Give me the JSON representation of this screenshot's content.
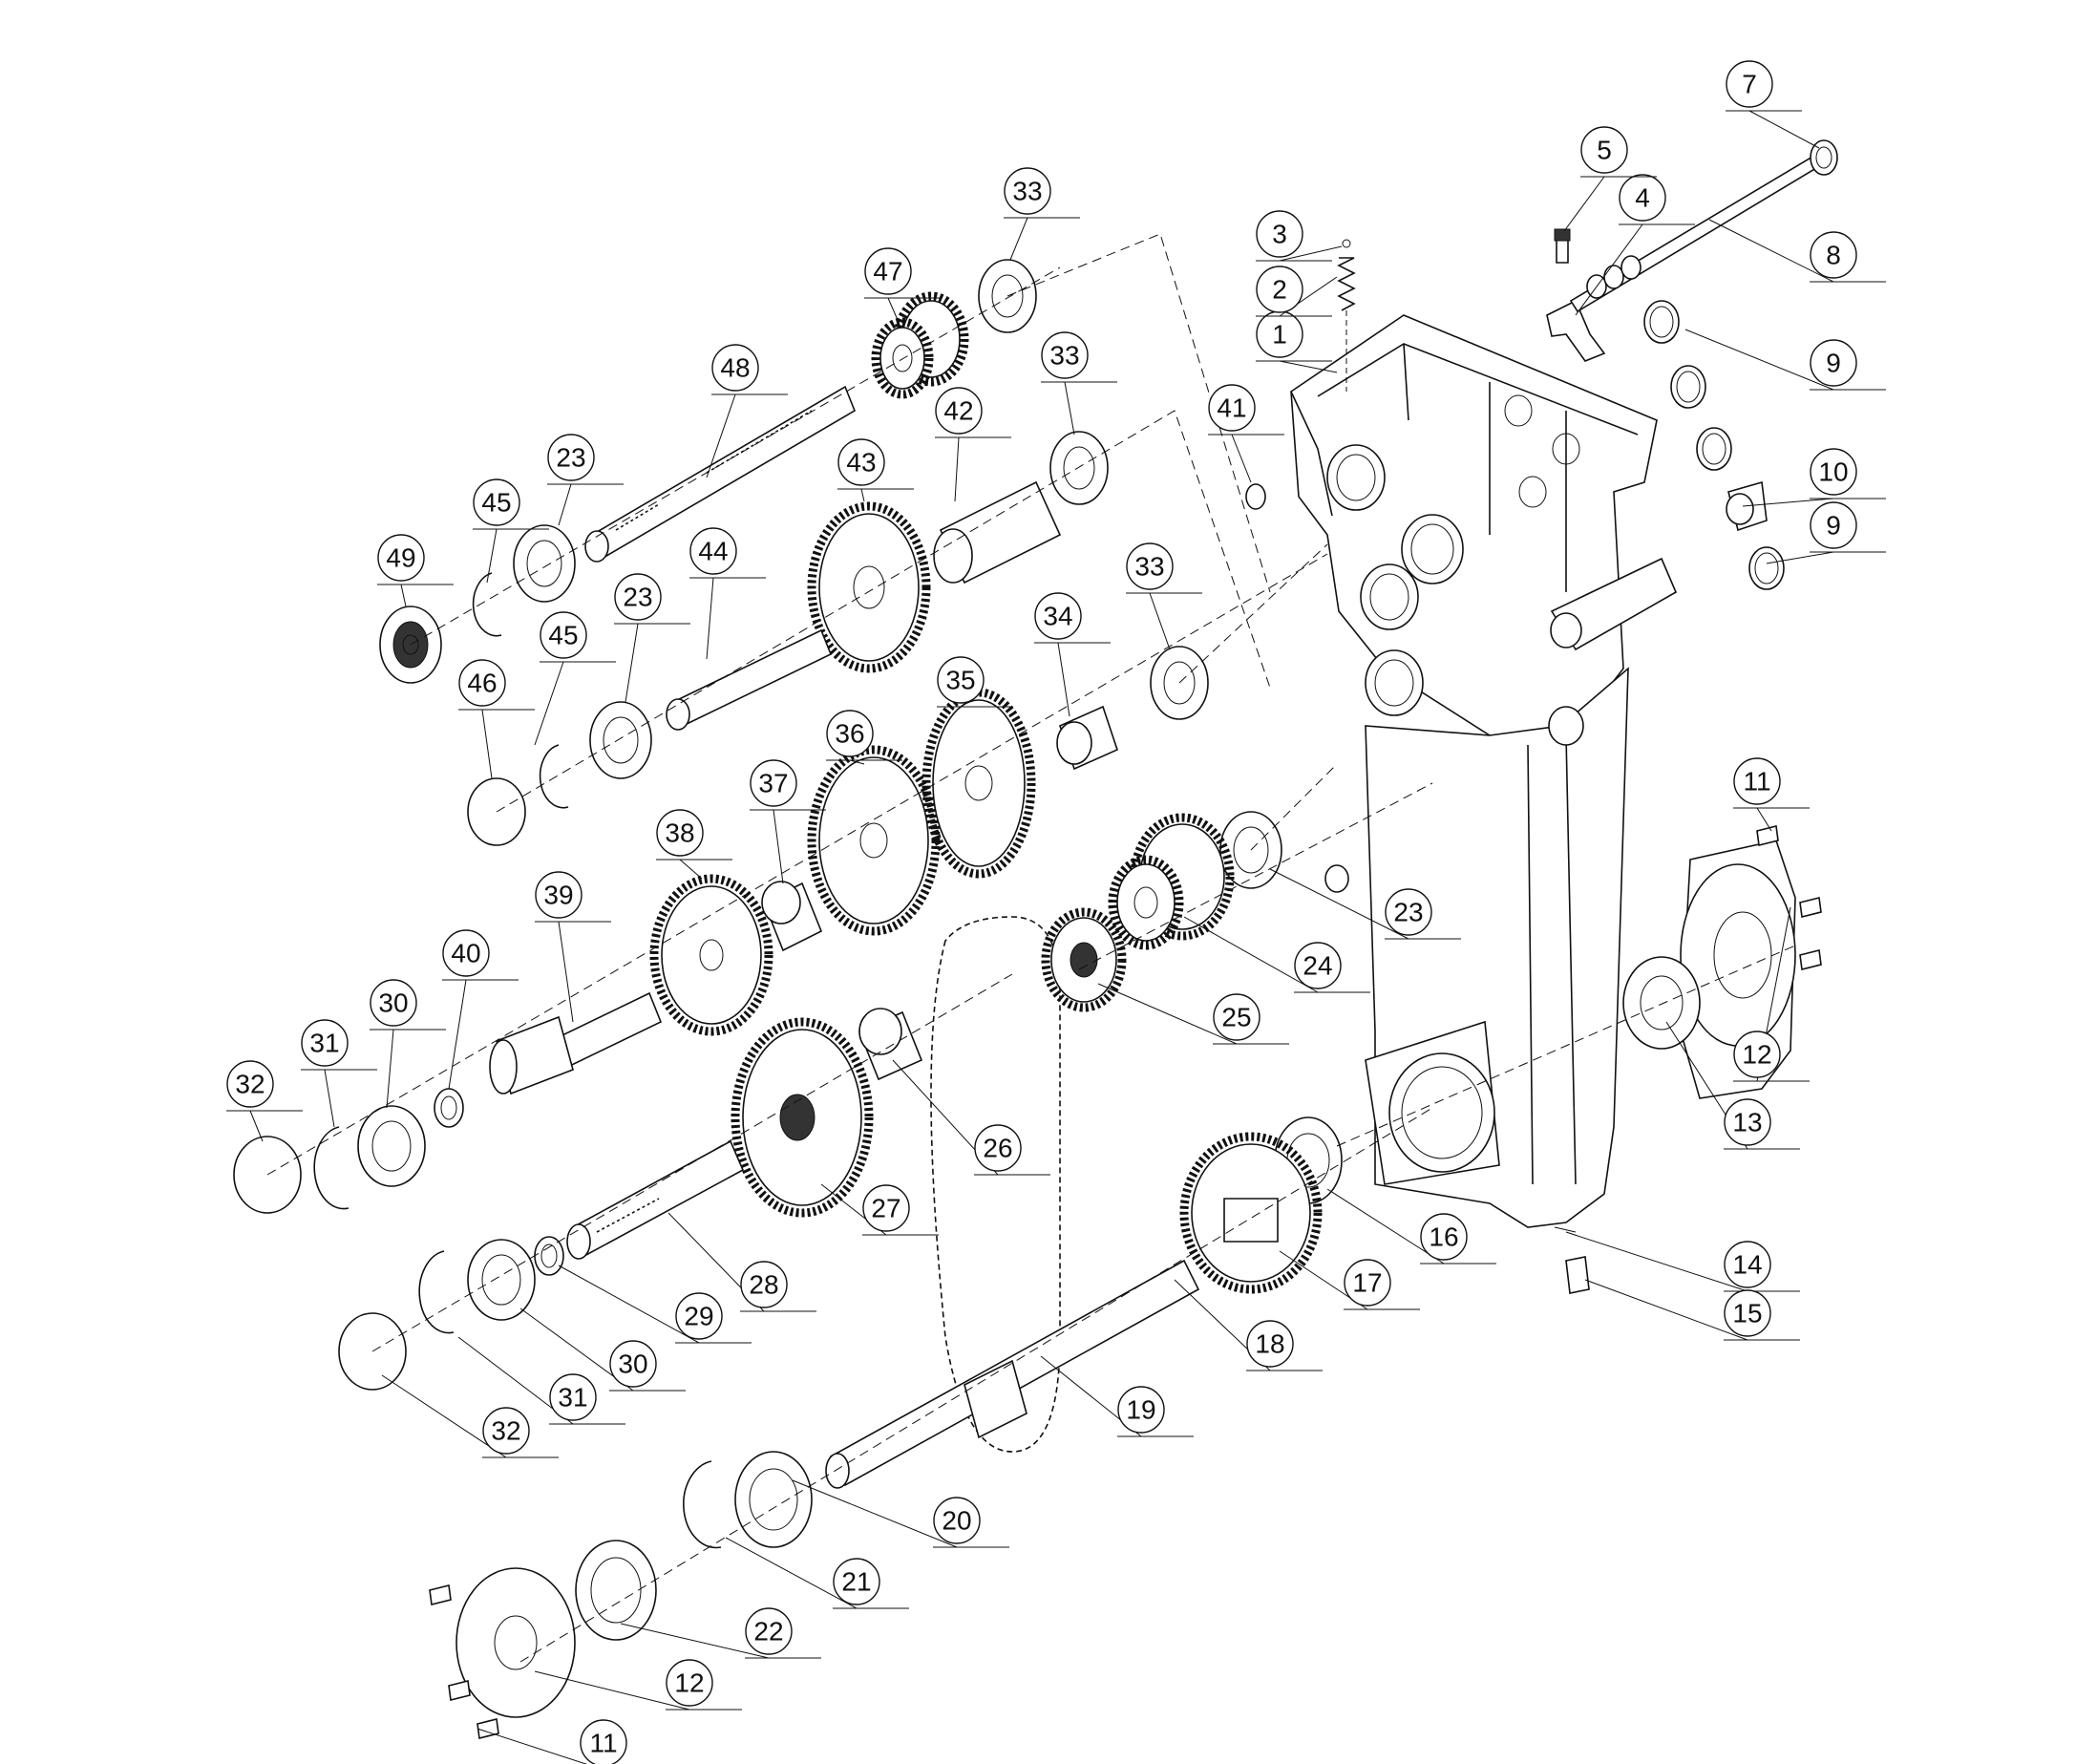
{
  "callouts": [
    {
      "n": "1"
    },
    {
      "n": "2"
    },
    {
      "n": "3"
    },
    {
      "n": "4"
    },
    {
      "n": "5"
    },
    {
      "n": "7"
    },
    {
      "n": "8"
    },
    {
      "n": "9"
    },
    {
      "n": "10"
    },
    {
      "n": "9"
    },
    {
      "n": "11"
    },
    {
      "n": "12"
    },
    {
      "n": "13"
    },
    {
      "n": "14"
    },
    {
      "n": "15"
    },
    {
      "n": "16"
    },
    {
      "n": "17"
    },
    {
      "n": "18"
    },
    {
      "n": "19"
    },
    {
      "n": "20"
    },
    {
      "n": "21"
    },
    {
      "n": "22"
    },
    {
      "n": "12"
    },
    {
      "n": "11"
    },
    {
      "n": "23"
    },
    {
      "n": "24"
    },
    {
      "n": "25"
    },
    {
      "n": "26"
    },
    {
      "n": "27"
    },
    {
      "n": "28"
    },
    {
      "n": "29"
    },
    {
      "n": "30"
    },
    {
      "n": "31"
    },
    {
      "n": "32"
    },
    {
      "n": "32"
    },
    {
      "n": "31"
    },
    {
      "n": "30"
    },
    {
      "n": "40"
    },
    {
      "n": "39"
    },
    {
      "n": "38"
    },
    {
      "n": "37"
    },
    {
      "n": "36"
    },
    {
      "n": "35"
    },
    {
      "n": "34"
    },
    {
      "n": "33"
    },
    {
      "n": "46"
    },
    {
      "n": "45"
    },
    {
      "n": "23"
    },
    {
      "n": "44"
    },
    {
      "n": "43"
    },
    {
      "n": "42"
    },
    {
      "n": "33"
    },
    {
      "n": "49"
    },
    {
      "n": "45"
    },
    {
      "n": "23"
    },
    {
      "n": "48"
    },
    {
      "n": "47"
    },
    {
      "n": "33"
    },
    {
      "n": "41"
    }
  ]
}
